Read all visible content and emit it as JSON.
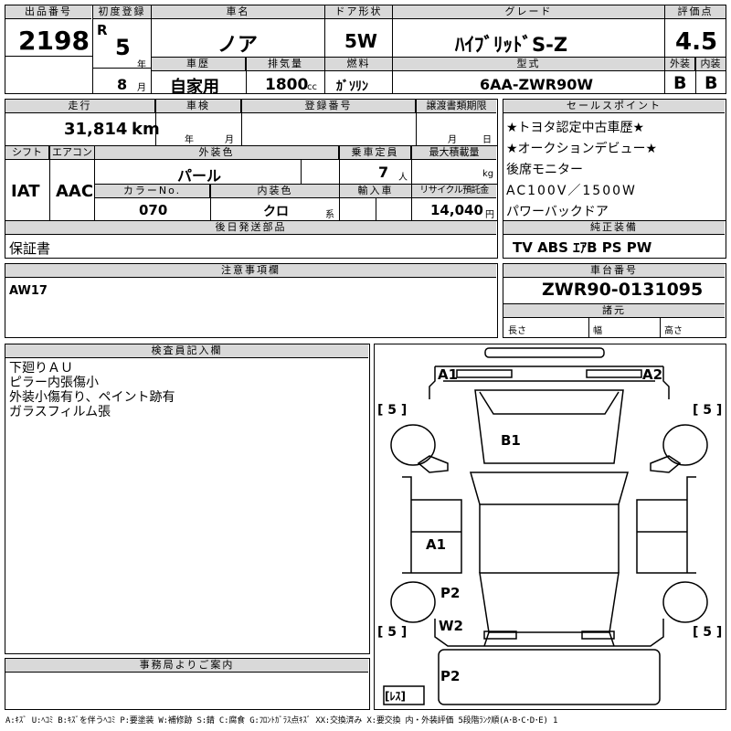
{
  "header": {
    "lot_label": "出品番号",
    "lot_value": "2198",
    "reg_label": "初度登録",
    "era_mark": "R",
    "reg_year": "5",
    "year_unit": "年",
    "reg_month": "8",
    "month_unit": "月",
    "name_label": "車名",
    "name_value": "ノア",
    "door_label": "ドア形状",
    "door_value": "5W",
    "grade_label": "グレード",
    "grade_value": "ﾊｲﾌﾞﾘｯﾄﾞS-Z",
    "score_label": "評価点",
    "score_value": "4.5",
    "ext_label": "外装",
    "ext_value": "B",
    "int_label": "内装",
    "int_value": "B",
    "history_label": "車歴",
    "history_value": "自家用",
    "disp_label": "排気量",
    "disp_value": "1800",
    "disp_unit": "cc",
    "fuel_label": "燃料",
    "fuel_value": "ｶﾞｿﾘﾝ",
    "model_label": "型式",
    "model_value": "6AA-ZWR90W"
  },
  "row2": {
    "mileage_label": "走行",
    "mileage_value": "31,814",
    "mileage_unit": "km",
    "inspection_label": "車検",
    "insp_year": "年",
    "insp_month": "月",
    "plate_label": "登録番号",
    "transfer_label": "譲渡書類期限",
    "transfer_month": "月",
    "transfer_day": "日",
    "shift_label": "シフト",
    "shift_value": "IAT",
    "ac_label": "エアコン",
    "ac_value": "AAC",
    "color_label": "外装色",
    "color_value": "パール",
    "capacity_label": "乗車定員",
    "capacity_value": "7",
    "capacity_unit": "人",
    "load_label": "最大積載量",
    "load_unit": "kg",
    "colorno_label": "カラーNo.",
    "colorno_value": "070",
    "intcolor_label": "内装色",
    "intcolor_value": "クロ",
    "intcolor_unit": "系",
    "import_label": "輸入車",
    "recycle_label": "リサイクル預託金",
    "recycle_value": "14,040",
    "recycle_unit": "円"
  },
  "later_parts": {
    "label": "後日発送部品",
    "value": "保証書"
  },
  "sales_points": {
    "label": "セールスポイント",
    "items": [
      "★トヨタ認定中古車歴★",
      "★オークションデビュー★",
      "後席モニター",
      "AC100V／1500W",
      "パワーバックドア"
    ]
  },
  "equipment": {
    "label": "純正装備",
    "value": "TV ABS ｴｱB PS PW"
  },
  "notes": {
    "label": "注意事項欄",
    "value": "AW17"
  },
  "chassis": {
    "label": "車台番号",
    "value": "ZWR90-0131095",
    "spec_label": "諸元",
    "length": "長さ",
    "width": "幅",
    "height": "高さ"
  },
  "inspector": {
    "label": "検査員記入欄",
    "lines": [
      "下廻りＡＵ",
      "ピラー内張傷小",
      "外装小傷有り、ペイント跡有",
      "ガラスフィルム張"
    ]
  },
  "office": {
    "label": "事務局よりご案内"
  },
  "diagram": {
    "marks": {
      "a1_front_left": "A1",
      "a2_front_right": "A2",
      "b1_hood": "B1",
      "a1_side": "A1",
      "p2_rear_left": "P2",
      "w2_rear_left": "W2",
      "p2_rear": "P2"
    },
    "tire_left_front": "[ 5 ]",
    "tire_right_front": "[ 5 ]",
    "tire_left_rear": "[ 5 ]",
    "tire_right_rear": "[ 5 ]",
    "spare": "[ﾚｽ]"
  },
  "legend": "A:ｷｽﾞ U:ﾍｺﾐ B:ｷｽﾞを伴うﾍｺﾐ P:要塗装 W:補修跡 S:錆 C:腐食 G:ﾌﾛﾝﾄｶﾞﾗｽ点ｷｽﾞ XX:交換済み X:要交換 内・外装評価 5段階ﾗﾝｸ順(A･B･C･D･E) 1"
}
